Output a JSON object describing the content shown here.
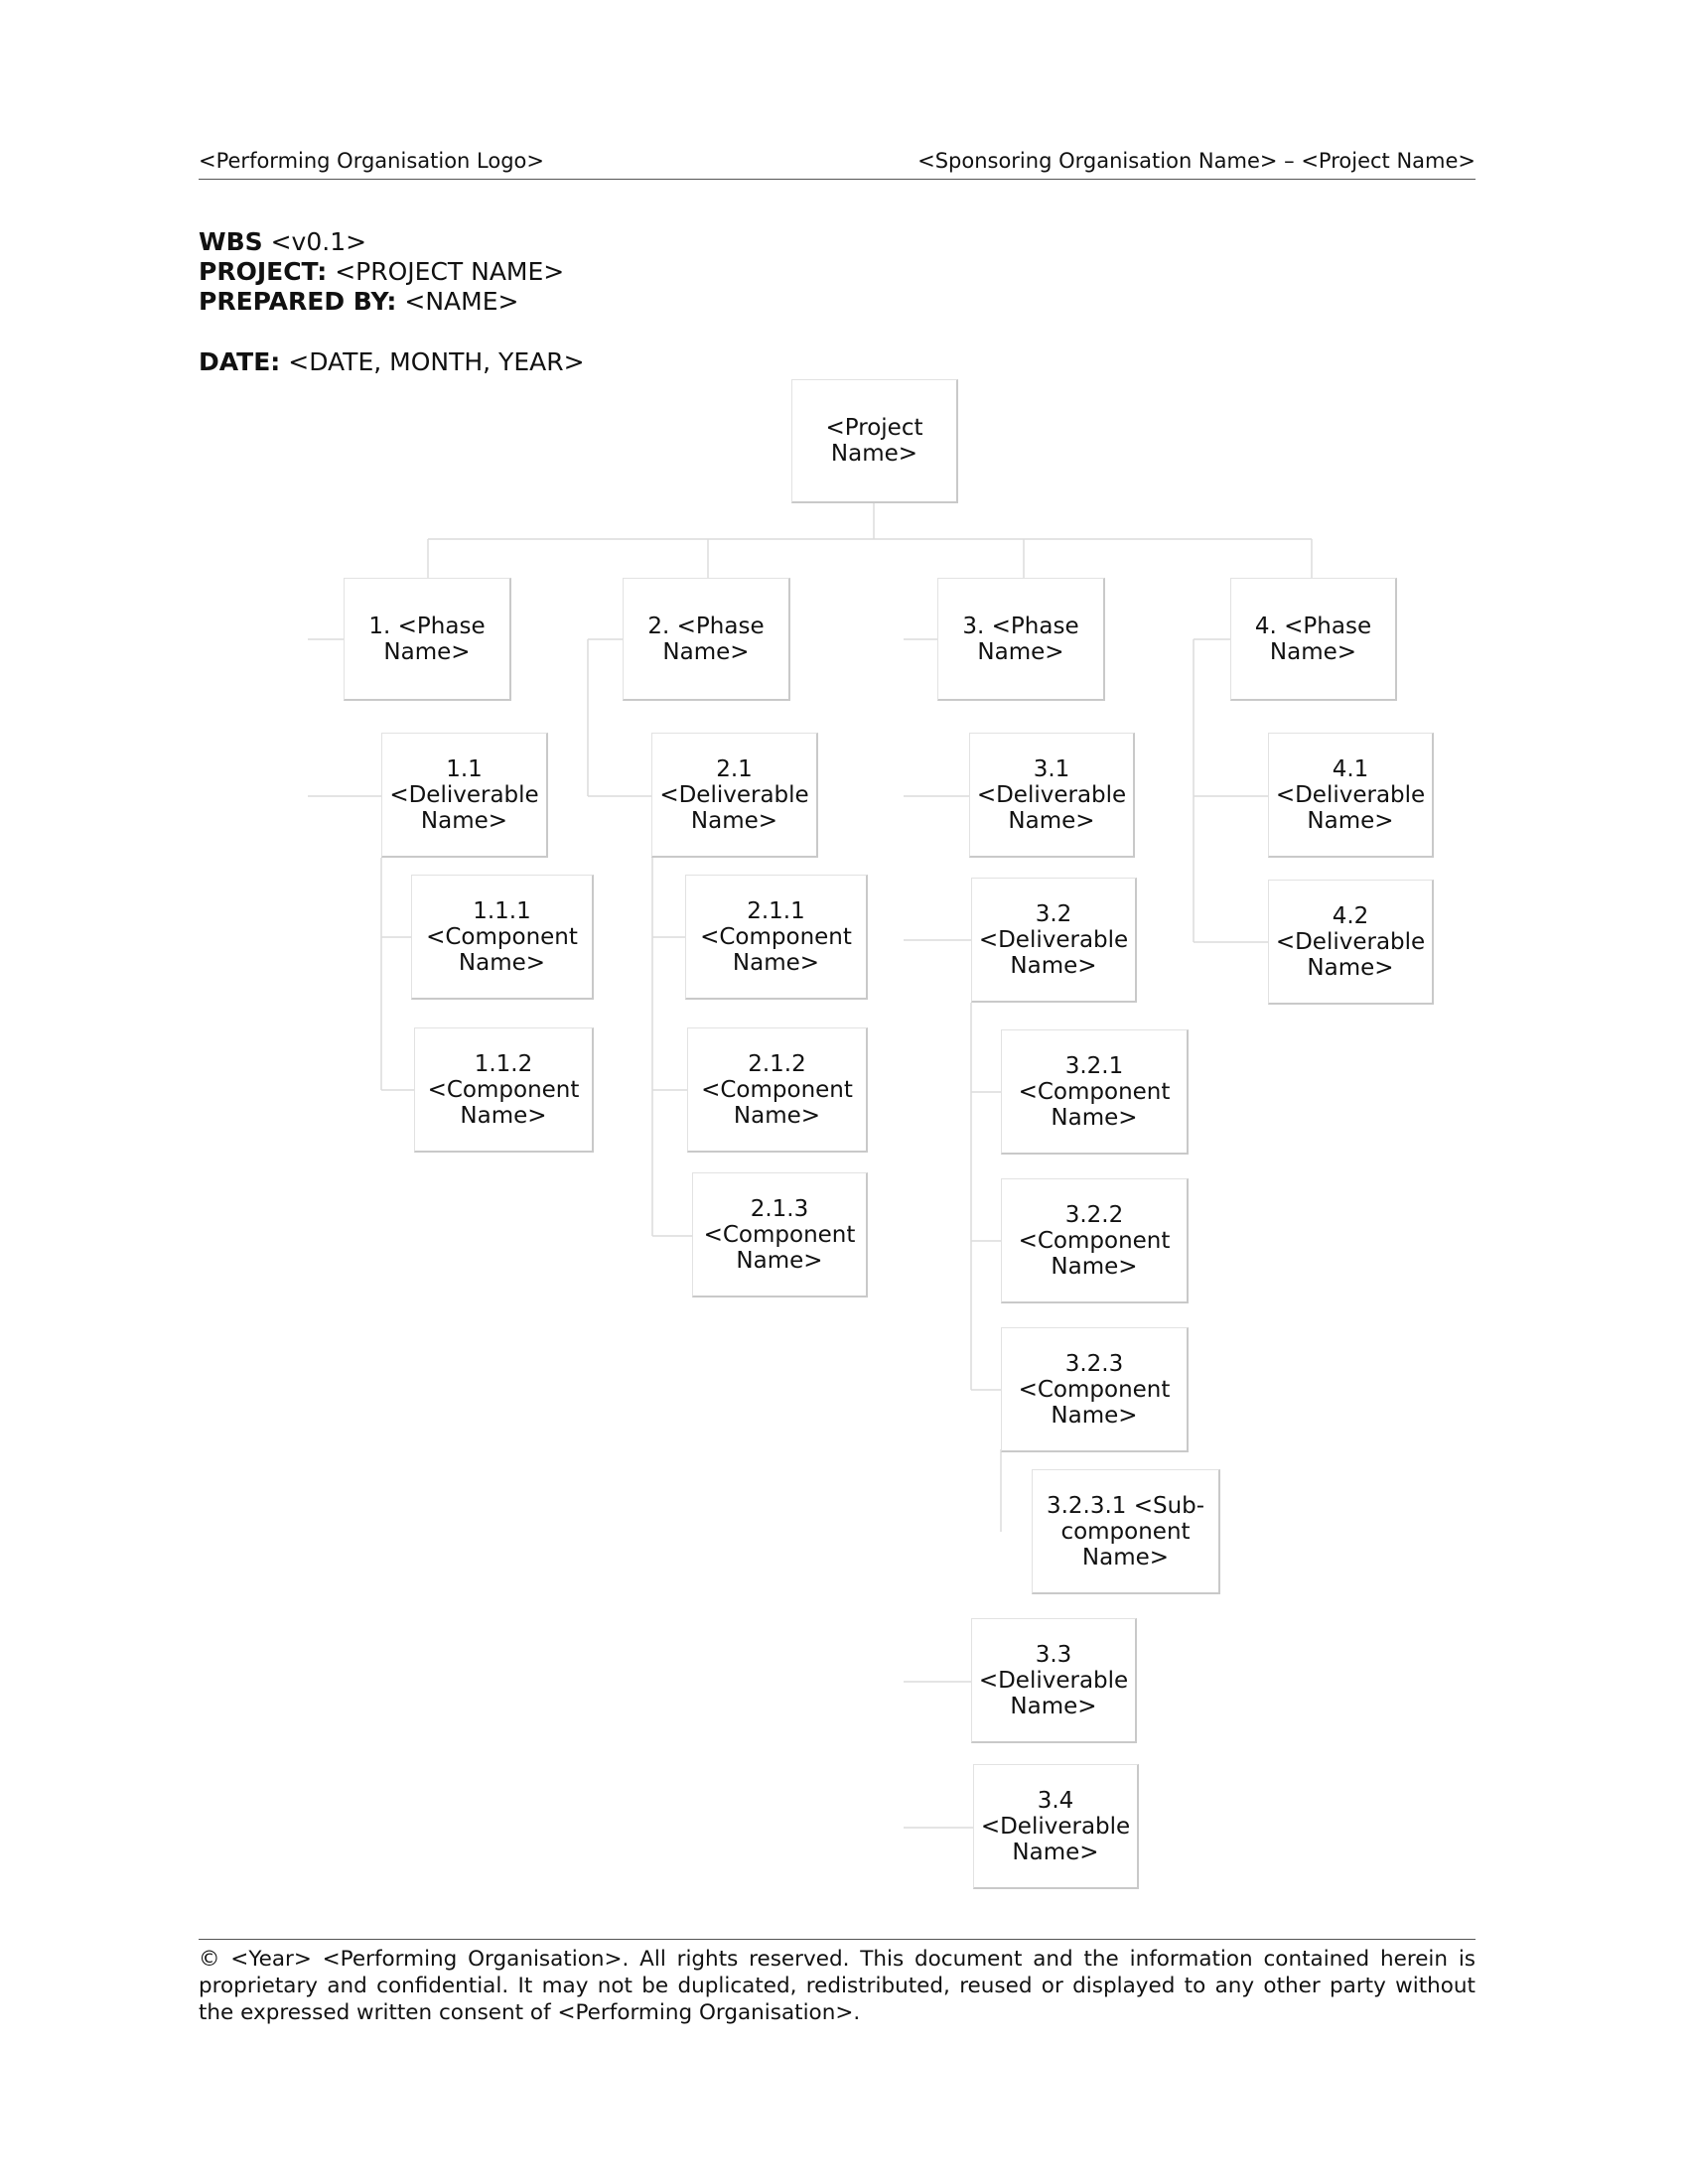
{
  "header": {
    "left": "<Performing Organisation Logo>",
    "right": "<Sponsoring Organisation Name> – <Project Name>"
  },
  "meta": {
    "wbs_label": "WBS",
    "wbs_value": "<v0.1>",
    "project_label": "PROJECT:",
    "project_value": "<PROJECT NAME>",
    "prepared_label": "PREPARED BY:",
    "prepared_value": "<NAME>",
    "date_label": "DATE:",
    "date_value": "<DATE, MONTH, YEAR>"
  },
  "wbs": {
    "root": "<Project\nName>",
    "phases": [
      {
        "label": "1. <Phase\nName>",
        "deliverables": [
          {
            "label": "1.1\n<Deliverable\nName>",
            "components": [
              {
                "label": "1.1.1\n<Component\nName>"
              },
              {
                "label": "1.1.2\n<Component\nName>"
              }
            ]
          }
        ]
      },
      {
        "label": "2. <Phase\nName>",
        "deliverables": [
          {
            "label": "2.1\n<Deliverable\nName>",
            "components": [
              {
                "label": "2.1.1\n<Component\nName>"
              },
              {
                "label": "2.1.2\n<Component\nName>"
              },
              {
                "label": "2.1.3\n<Component\nName>"
              }
            ]
          }
        ]
      },
      {
        "label": "3. <Phase\nName>",
        "deliverables": [
          {
            "label": "3.1\n<Deliverable\nName>",
            "components": []
          },
          {
            "label": "3.2\n<Deliverable\nName>",
            "components": [
              {
                "label": "3.2.1\n<Component\nName>"
              },
              {
                "label": "3.2.2\n<Component\nName>"
              },
              {
                "label": "3.2.3\n<Component\nName>",
                "subcomponents": [
                  {
                    "label": "3.2.3.1 <Sub-\ncomponent\nName>"
                  }
                ]
              }
            ]
          },
          {
            "label": "3.3\n<Deliverable\nName>",
            "components": []
          },
          {
            "label": "3.4\n<Deliverable\nName>",
            "components": []
          }
        ]
      },
      {
        "label": "4. <Phase\nName>",
        "deliverables": [
          {
            "label": "4.1\n<Deliverable\nName>",
            "components": []
          },
          {
            "label": "4.2\n<Deliverable\nName>",
            "components": []
          }
        ]
      }
    ]
  },
  "footer": {
    "text": "© <Year> <Performing Organisation>.  All rights reserved.  This document and the information contained herein is proprietary and confidential.  It may not be duplicated, redistributed, reused or displayed to any other party without the expressed written consent of <Performing Organisation>."
  }
}
